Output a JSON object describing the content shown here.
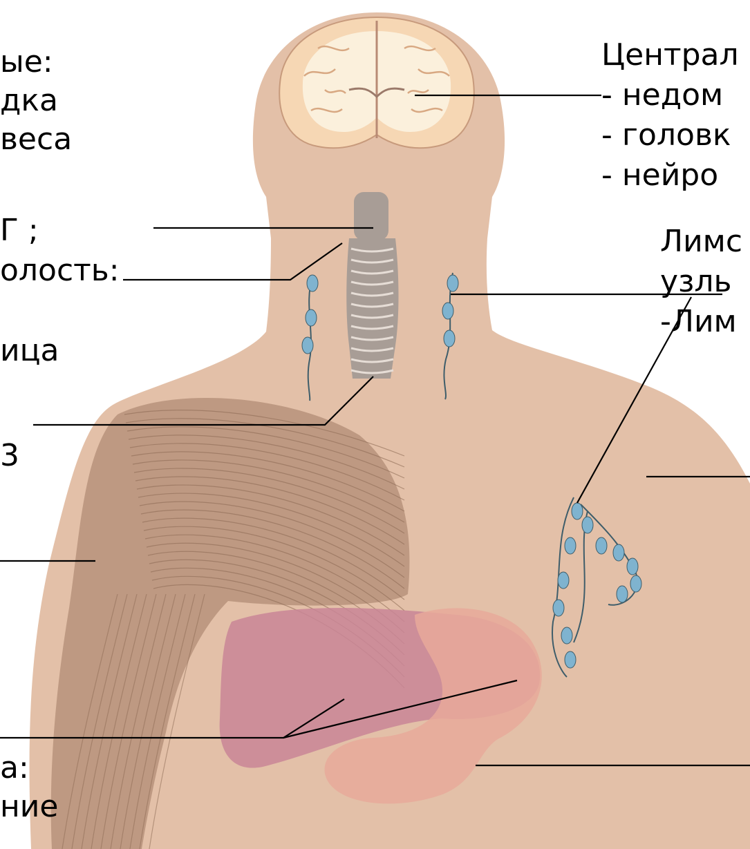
{
  "colors": {
    "skin": "#e3c0a8",
    "brain_outer": "#f6d7b4",
    "brain_inner": "#fbf0dc",
    "muscle": "#b9957d",
    "muscle_line": "#8e6b55",
    "liver": "#c98596",
    "stomach": "#e8a99a",
    "lymph_node": "#7fb3cf",
    "lymph_vessel": "#3e5d6a",
    "trachea": "#a89d96",
    "leader_line": "#000000"
  },
  "labels": {
    "top_left_1": "ые:",
    "top_left_2": "дка",
    "top_left_3": "веса",
    "mid_left_1": "Г      ;",
    "mid_left_2": "олость:",
    "mid_left_3": "ица",
    "mid_left_4": "3",
    "bottom_left_1": "а:",
    "bottom_left_2": "ние",
    "top_right_1": "Централ",
    "top_right_2": "- недом",
    "top_right_3": "- головк",
    "top_right_4": "- нейро",
    "mid_right_1": "Лимс",
    "mid_right_2": "узль",
    "mid_right_3": "-Лим"
  },
  "icons": {
    "brain": "brain-cross-section",
    "trachea": "trachea-larynx",
    "lymph": "lymph-node-chain",
    "muscle": "arm-muscle",
    "liver": "liver",
    "stomach": "stomach"
  }
}
